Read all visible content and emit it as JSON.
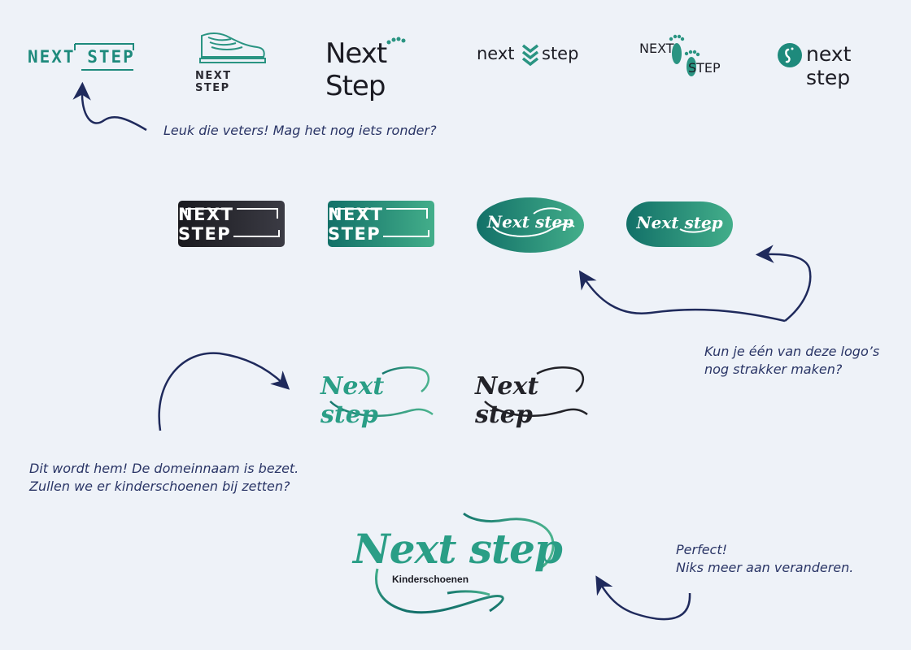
{
  "logos_row1": [
    {
      "id": "logo-1",
      "text": "NEXT STEP"
    },
    {
      "id": "logo-2",
      "text": "NEXT STEP"
    },
    {
      "id": "logo-3",
      "text": "Next Step"
    },
    {
      "id": "logo-4",
      "word1": "next",
      "word2": "step"
    },
    {
      "id": "logo-5",
      "word1": "NEXT",
      "word2": "STEP"
    },
    {
      "id": "logo-6",
      "text": "next step"
    }
  ],
  "badges_row2": [
    {
      "text": "NEXT STEP"
    },
    {
      "text": "NEXT STEP"
    },
    {
      "text": "Next step"
    },
    {
      "text": "Next step"
    }
  ],
  "logos_row3": [
    {
      "text": "Next step"
    },
    {
      "text": "Next step"
    }
  ],
  "final_logo": {
    "title": "Next step",
    "subtitle": "Kinderschoenen"
  },
  "comments": {
    "c1": "Leuk die veters! Mag het nog iets ronder?",
    "c2_line1": "Kun je één van deze logo’s",
    "c2_line2": "nog strakker maken?",
    "c3_line1": "Dit wordt hem! De domeinnaam is bezet.",
    "c3_line2": "Zullen we er kinderschoenen bij zetten?",
    "c4_line1": "Perfect!",
    "c4_line2": "Niks meer aan veranderen."
  },
  "colors": {
    "background": "#eef2f8",
    "teal": "#1e8a7c",
    "teal_light": "#3aa88a",
    "navy": "#1f2a5c",
    "dark": "#1c1c24"
  }
}
